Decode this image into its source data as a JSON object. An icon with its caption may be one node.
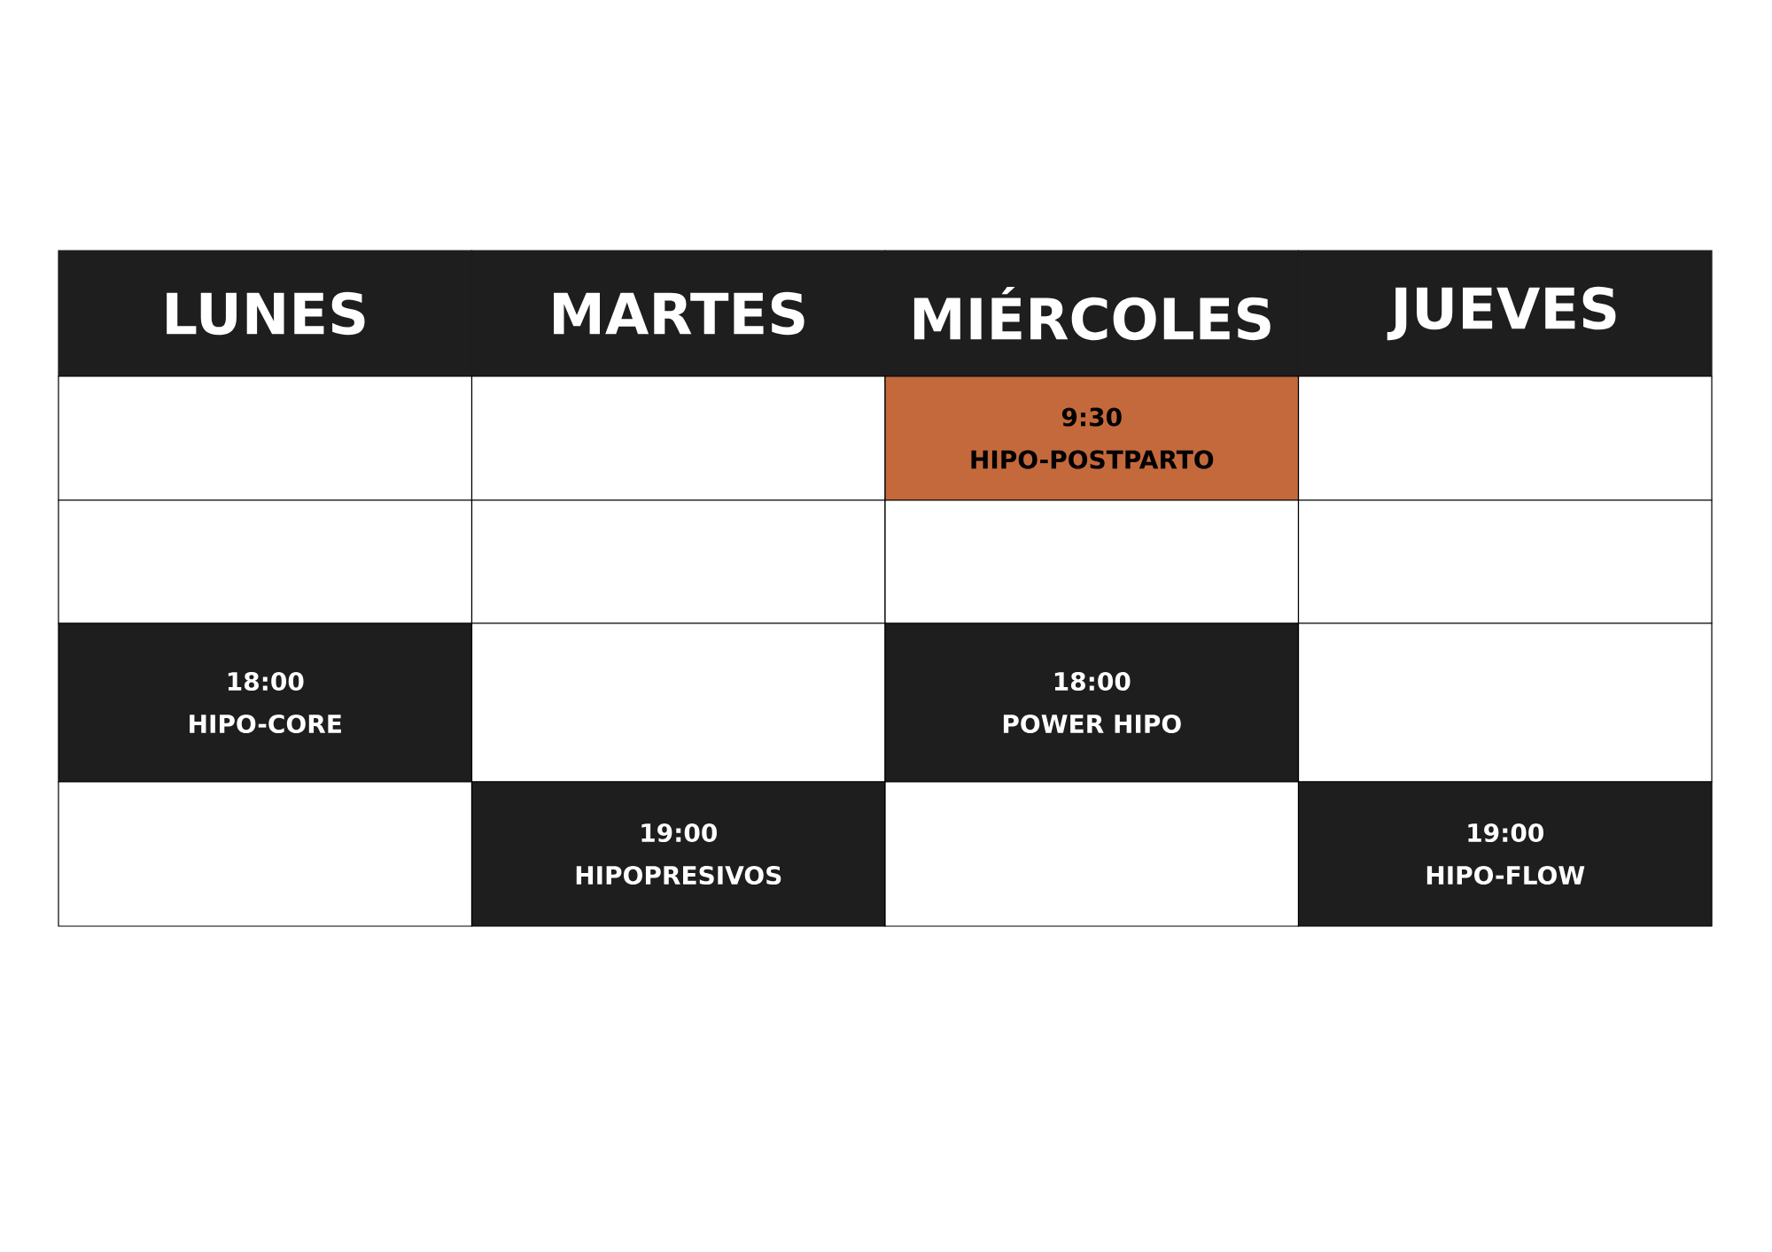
{
  "diagram": {
    "nodes": [
      {
        "text": [
          "LUNES"
        ]
      },
      {
        "text": [
          "MARTES"
        ]
      },
      {
        "text": [
          "MIÉRCOLES"
        ]
      },
      {
        "text": [
          "JUEVES"
        ]
      },
      {
        "text": [],
        "shape": "box"
      },
      {
        "text": [],
        "shape": "box"
      },
      {
        "text": [
          "9:30",
          "HIPO-POSTPARTO"
        ]
      },
      {
        "text": [],
        "shape": "box"
      },
      {
        "text": [],
        "shape": "box"
      },
      {
        "text": [],
        "shape": "box"
      },
      {
        "text": [],
        "shape": "box"
      },
      {
        "text": [],
        "shape": "box"
      },
      {
        "text": [
          "18:00",
          "HIPO-CORE"
        ]
      },
      {
        "text": [],
        "shape": "box"
      },
      {
        "text": [
          "18:00",
          "POWER HIPO"
        ]
      },
      {
        "text": [],
        "shape": "box"
      },
      {
        "text": [],
        "shape": "box"
      },
      {
        "text": [
          "19:00",
          "HIPOPRESIVOS"
        ]
      },
      {
        "text": [],
        "shape": "box"
      },
      {
        "text": [
          "19:00",
          "HIPO-FLOW"
        ]
      }
    ]
  }
}
